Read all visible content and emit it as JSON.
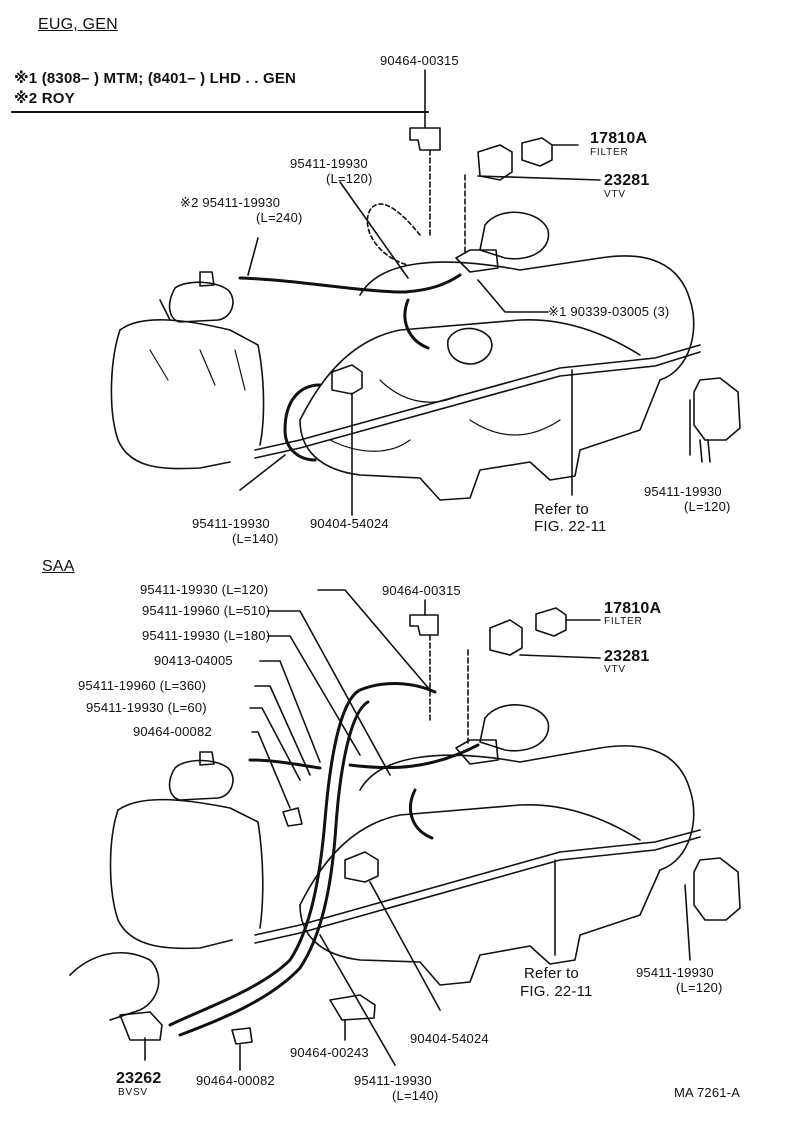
{
  "top": {
    "section": "EUG, GEN",
    "note1": "※1 (8308–         ) MTM; (8401–         ) LHD . . GEN",
    "note2": "※2 ROY",
    "clip": "90464-00315",
    "filter_num": "17810A",
    "filter_txt": "FILTER",
    "vtv_num": "23281",
    "vtv_txt": "VTV",
    "hose_a_num": "95411-19930",
    "hose_a_len": "(L=120)",
    "hose_b_num": "※2  95411-19930",
    "hose_b_len": "(L=240)",
    "bolt": "※1  90339-03005 (3)",
    "hose_c_num": "95411-19930",
    "hose_c_len": "(L=120)",
    "hose_d_num": "95411-19930",
    "hose_d_len": "(L=140)",
    "plug": "90404-54024",
    "refer1": "Refer to",
    "refer2": "FIG. 22-11"
  },
  "bottom": {
    "section": "SAA",
    "h1": "95411-19930 (L=120)",
    "h2": "95411-19960 (L=510)",
    "h3": "95411-19930 (L=180)",
    "h4": "90413-04005",
    "h5": "95411-19960 (L=360)",
    "h6": "95411-19930 (L=60)",
    "h7": "90464-00082",
    "clip": "90464-00315",
    "filter_num": "17810A",
    "filter_txt": "FILTER",
    "vtv_num": "23281",
    "vtv_txt": "VTV",
    "refer1": "Refer to",
    "refer2": "FIG. 22-11",
    "hose_r_num": "95411-19930",
    "hose_r_len": "(L=120)",
    "bvsv_num": "23262",
    "bvsv_txt": "BVSV",
    "clip_b": "90464-00082",
    "clip_c": "90464-00243",
    "plug": "90404-54024",
    "hose_e_num": "95411-19930",
    "hose_e_len": "(L=140)",
    "fig_id": "MA  7261-A"
  }
}
